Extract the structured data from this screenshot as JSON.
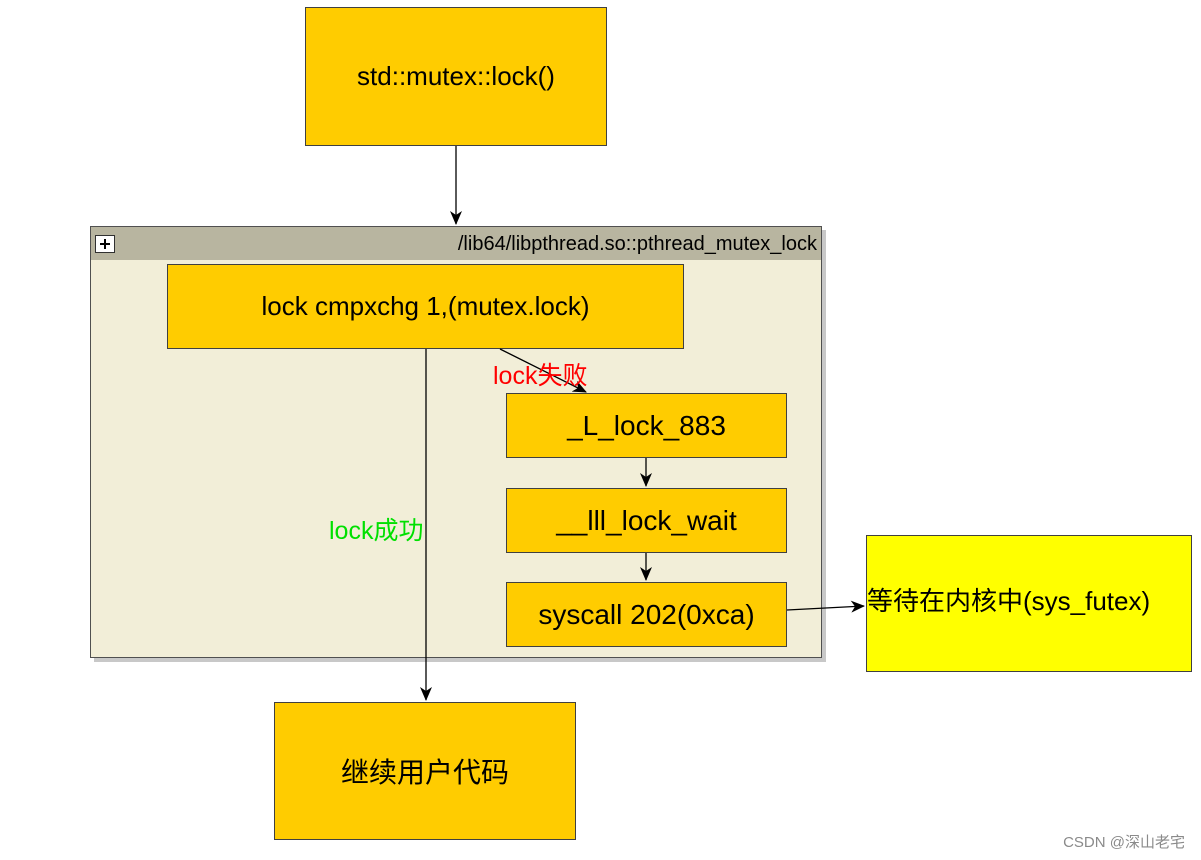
{
  "nodes": {
    "mutex_lock": "std::mutex::lock()",
    "cmpxchg": "lock cmpxchg 1,(mutex.lock)",
    "l_lock_883": "_L_lock_883",
    "lll_lock_wait": "__lll_lock_wait",
    "syscall": "syscall 202(0xca)",
    "kernel_wait": "等待在内核中(sys_futex)",
    "continue_user": "继续用户代码"
  },
  "container": {
    "title": "/lib64/libpthread.so::pthread_mutex_lock",
    "expand_icon": "plus-icon"
  },
  "edge_labels": {
    "lock_fail": "lock失败",
    "lock_success": "lock成功"
  },
  "colors": {
    "node_fill": "#ffcc00",
    "highlight_fill": "#ffff00",
    "container_fill": "#f2eed8",
    "container_header": "#b8b5a0",
    "fail_label": "#ff0000",
    "success_label": "#00e000"
  },
  "watermark": "CSDN @深山老宅"
}
